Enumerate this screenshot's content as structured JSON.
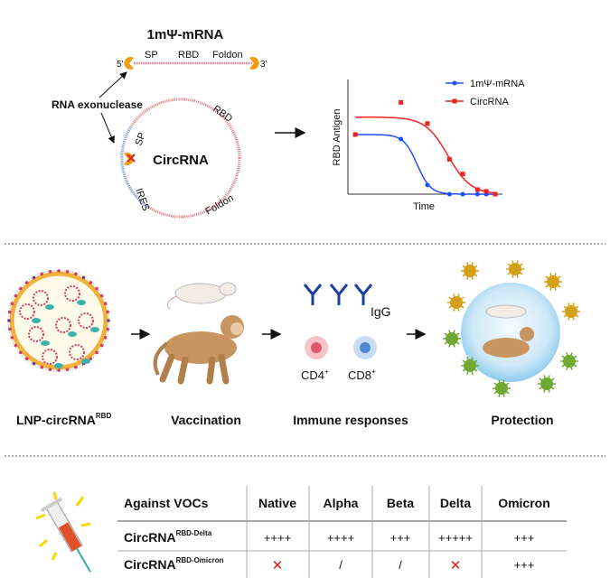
{
  "top": {
    "mrna_title": "1mΨ-mRNA",
    "mrna_labels": {
      "five_prime": "5'",
      "three_prime": "3'",
      "sp": "SP",
      "rbd": "RBD",
      "foldon": "Foldon"
    },
    "exonuclease_label": "RNA exonuclease",
    "circ_title": "CircRNA",
    "circ_labels": {
      "rbd": "RBD",
      "sp": "SP",
      "ires": "IRES",
      "foldon": "Foldon"
    }
  },
  "chart_data": {
    "type": "line",
    "title": "",
    "xlabel": "Time",
    "ylabel": "RBD Antigen",
    "xlim": [
      0,
      10.5
    ],
    "ylim": [
      0,
      1.25
    ],
    "legend_position": "top-right",
    "series": [
      {
        "name": "1mΨ-mRNA",
        "color": "#1f4fff",
        "marker": "circle",
        "x": [
          0.5,
          3.6,
          5.4,
          6.9,
          7.8,
          8.8,
          9.4,
          10.0
        ],
        "y": [
          0.65,
          0.6,
          0.1,
          0.0,
          0.0,
          0.0,
          0.0,
          0.0
        ]
      },
      {
        "name": "CircRNA",
        "color": "#ee2222",
        "marker": "square",
        "x": [
          0.5,
          3.6,
          5.4,
          6.9,
          7.8,
          8.8,
          9.4,
          10.0
        ],
        "y": [
          0.65,
          1.0,
          0.77,
          0.38,
          0.22,
          0.05,
          0.03,
          0.0
        ]
      }
    ]
  },
  "middle": {
    "lnp_label": "LNP-circRNA",
    "lnp_sup": "RBD",
    "vaccination_label": "Vaccination",
    "immune_label": "Immune responses",
    "protection_label": "Protection",
    "igg_label": "IgG",
    "cd4_label": "CD4",
    "cd8_label": "CD8",
    "plus": "+"
  },
  "table": {
    "headers": [
      "Against VOCs",
      "Native",
      "Alpha",
      "Beta",
      "Delta",
      "Omicron"
    ],
    "rows": [
      {
        "name": "CircRNA",
        "sup": "RBD-Delta",
        "cells": [
          "++++",
          "++++",
          "+++",
          "+++++",
          "+++"
        ]
      },
      {
        "name": "CircRNA",
        "sup": "RBD-Omicron",
        "cells": [
          "✕",
          "/",
          "/",
          "✕",
          "+++"
        ]
      }
    ],
    "cross_color": "#e02020"
  }
}
